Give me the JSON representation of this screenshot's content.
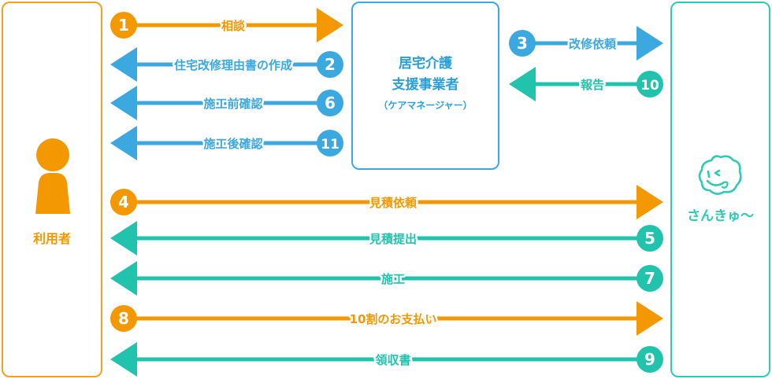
{
  "colors": {
    "orange": "#f39800",
    "blue": "#3ba8e0",
    "teal": "#22c3ad"
  },
  "user": {
    "label": "利用者"
  },
  "care_manager": {
    "title_line1": "居宅介護",
    "title_line2": "支援事業者",
    "subtitle": "（ケアマネージャー）"
  },
  "company": {
    "name": "さんきゅ〜",
    "logo_icon": "smiling-face-logo"
  },
  "steps": [
    {
      "number": "1",
      "label": "相談",
      "color": "orange",
      "direction": "to-care-manager"
    },
    {
      "number": "2",
      "label": "住宅改修理由書の作成",
      "color": "blue",
      "direction": "to-user"
    },
    {
      "number": "6",
      "label": "施工前確認",
      "color": "blue",
      "direction": "to-user"
    },
    {
      "number": "11",
      "label": "施工後確認",
      "color": "blue",
      "direction": "to-user"
    },
    {
      "number": "3",
      "label": "改修依頼",
      "color": "blue",
      "direction": "to-company"
    },
    {
      "number": "10",
      "label": "報告",
      "color": "teal",
      "direction": "to-care-manager"
    },
    {
      "number": "4",
      "label": "見積依頼",
      "color": "orange",
      "direction": "to-company"
    },
    {
      "number": "5",
      "label": "見積提出",
      "color": "teal",
      "direction": "to-user"
    },
    {
      "number": "7",
      "label": "施工",
      "color": "teal",
      "direction": "to-user"
    },
    {
      "number": "8",
      "label": "10割のお支払い",
      "color": "orange",
      "direction": "to-company"
    },
    {
      "number": "9",
      "label": "領収書",
      "color": "teal",
      "direction": "to-user"
    }
  ]
}
